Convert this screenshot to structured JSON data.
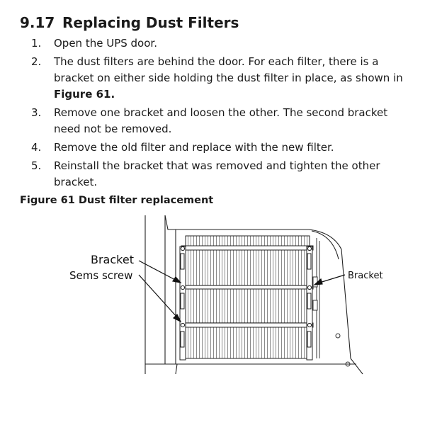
{
  "section": {
    "number": "9.17",
    "title": "Replacing Dust Filters"
  },
  "steps": [
    {
      "num": "1.",
      "text": "Open the UPS door."
    },
    {
      "num": "2.",
      "text": "The dust filters are behind the door. For each filter, there is a bracket on either side holding the dust filter in place, as shown in ",
      "ref": "Figure 61."
    },
    {
      "num": "3.",
      "text": "Remove one bracket and loosen the other. The second bracket need not be removed."
    },
    {
      "num": "4.",
      "text": "Remove the old filter and replace with the new filter."
    },
    {
      "num": "5.",
      "text": "Reinstall the bracket that was removed and tighten the other bracket."
    }
  ],
  "figure": {
    "caption": "Figure 61 Dust filter replacement",
    "callouts": {
      "bracket_left": "Bracket",
      "sems_screw": "Sems screw",
      "bracket_right": "Bracket"
    }
  }
}
